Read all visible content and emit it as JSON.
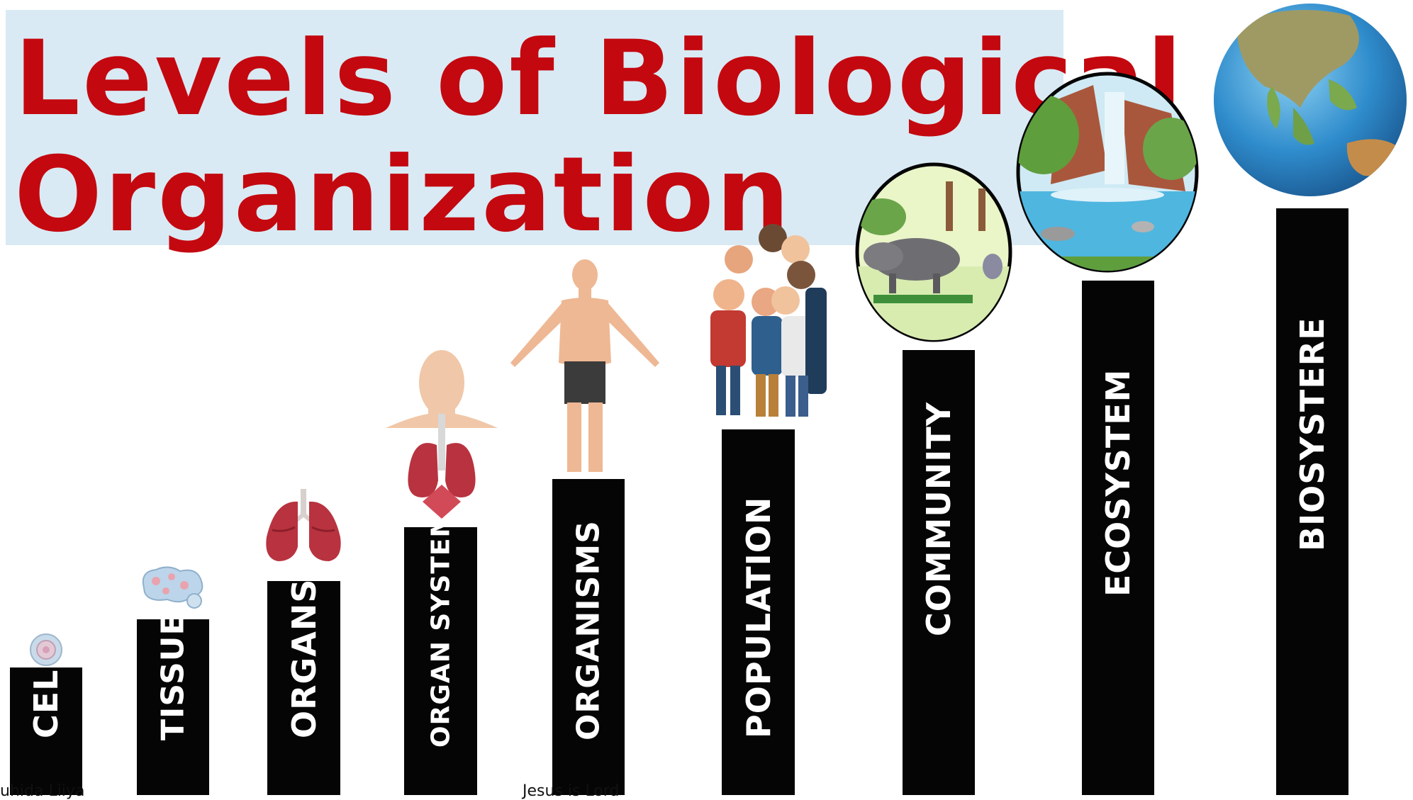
{
  "title": {
    "line1": "Levels of Biological",
    "line2": "Organization"
  },
  "levels": [
    {
      "label": "CELLS",
      "icon": "cell-icon"
    },
    {
      "label": "TISSUES",
      "icon": "tissue-icon"
    },
    {
      "label": "ORGANS",
      "icon": "lungs-icon"
    },
    {
      "label": "ORGAN SYSTEMS",
      "icon": "respiratory-system-icon"
    },
    {
      "label": "ORGANISMS",
      "icon": "human-icon"
    },
    {
      "label": "POPULATION",
      "icon": "people-group-icon"
    },
    {
      "label": "COMMUNITY",
      "icon": "animal-community-icon"
    },
    {
      "label": "ECOSYSTEM",
      "icon": "waterfall-ecosystem-icon"
    },
    {
      "label": "BIOSYSTERE",
      "icon": "earth-globe-icon"
    }
  ],
  "footer": {
    "left": "uhida Liiya",
    "center": "Jesus is Lord"
  },
  "colors": {
    "title_text": "#c4080f",
    "title_background": "#d9eaf4",
    "bar": "#050505",
    "bar_text": "#ffffff"
  }
}
